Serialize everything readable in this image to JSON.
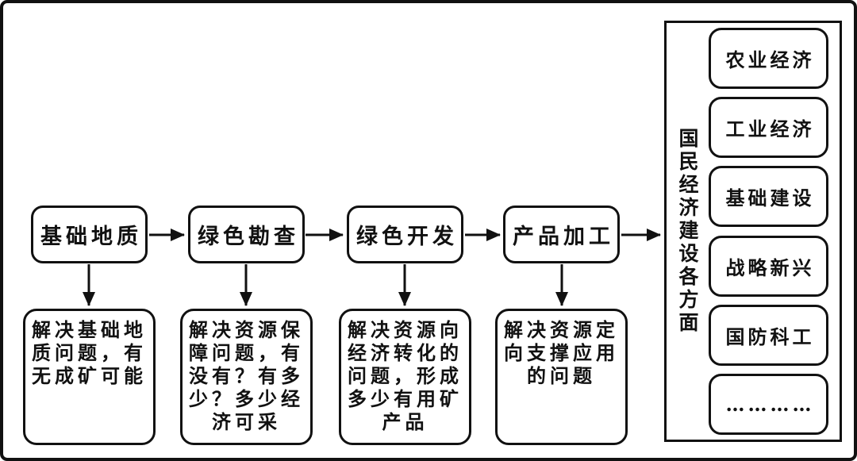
{
  "diagram": {
    "flow": {
      "stages": [
        {
          "label": "基础地质",
          "description": "解决基础地质问题，有无成矿可能"
        },
        {
          "label": "绿色勘查",
          "description": "解决资源保障问题，有没有？有多少？多少经济可采"
        },
        {
          "label": "绿色开发",
          "description": "解决资源向经济转化的问题，形成多少有用矿产品"
        },
        {
          "label": "产品加工",
          "description": "解决资源定向支撑应用的问题"
        }
      ]
    },
    "outcome_panel": {
      "title": "国民经济建设各方面",
      "items": [
        {
          "label": "农业经济"
        },
        {
          "label": "工业经济"
        },
        {
          "label": "基础建设"
        },
        {
          "label": "战略新兴"
        },
        {
          "label": "国防科工"
        },
        {
          "label": "…………"
        }
      ]
    },
    "colors": {
      "line": "#111111",
      "background": "#ffffff"
    }
  }
}
